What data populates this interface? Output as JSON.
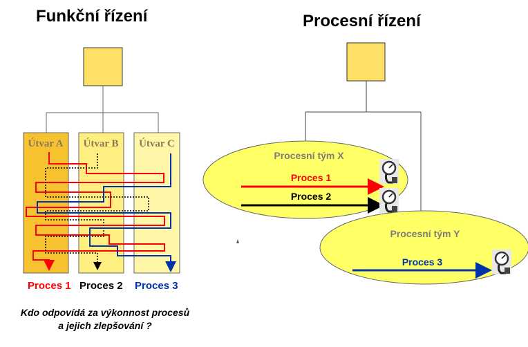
{
  "left": {
    "title": "Funkční řízení",
    "departments": [
      "Útvar A",
      "Útvar B",
      "Útvar C"
    ],
    "legend": [
      {
        "label": "Proces 1",
        "color": "#ff0000"
      },
      {
        "label": "Proces 2",
        "color": "#000000"
      },
      {
        "label": "Proces 3",
        "color": "#0033aa"
      }
    ],
    "question_line1": "Kdo odpovídá za výkonnost procesů",
    "question_line2": "a jejich zlepšování ?"
  },
  "right": {
    "title": "Procesní řízení",
    "team_x": {
      "label": "Procesní tým X",
      "processes": [
        {
          "label": "Proces 1",
          "color": "#ff0000"
        },
        {
          "label": "Proces 2",
          "color": "#000000"
        }
      ]
    },
    "team_y": {
      "label": "Procesní tým Y",
      "processes": [
        {
          "label": "Proces 3",
          "color": "#0033aa"
        }
      ]
    }
  },
  "colors": {
    "box_fill": "#ffe066",
    "dept_a": "#f7c230",
    "dept_b": "#ffee80",
    "dept_c": "#fff6a8",
    "ellipse_fill": "#ffff66"
  },
  "icons": [
    "gauge-icon"
  ]
}
